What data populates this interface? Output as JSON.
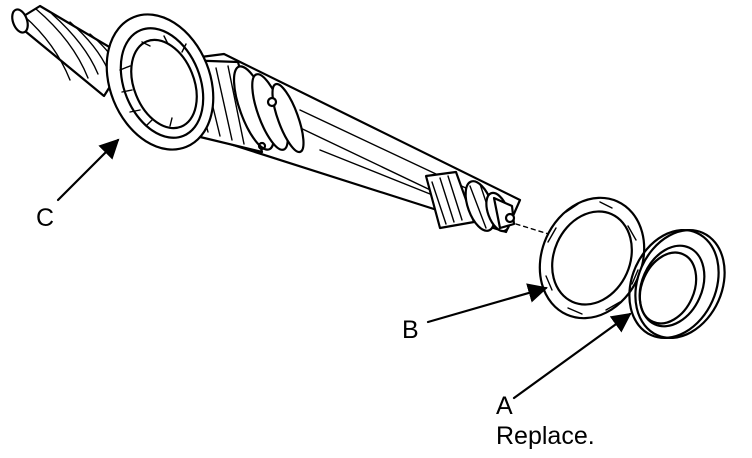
{
  "callouts": {
    "c": {
      "letter": "C"
    },
    "b": {
      "letter": "B"
    },
    "a": {
      "letter": "A",
      "note": "Replace."
    }
  },
  "colors": {
    "ink": "#000000",
    "paper": "#ffffff"
  }
}
